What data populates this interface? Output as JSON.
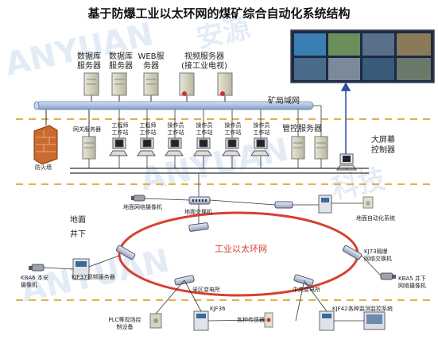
{
  "title": "基于防爆工业以太环网的煤矿综合自动化系统结构",
  "watermark": "ANYUAN 安源科技",
  "top_servers": [
    {
      "label_1": "数据库",
      "label_2": "服务器"
    },
    {
      "label_1": "数据库",
      "label_2": "服务器"
    },
    {
      "label_1": "WEB服",
      "label_2": "务器"
    },
    {
      "label_1": "视频服务器",
      "label_2": "(接工业电视)"
    }
  ],
  "lan_label": "矿局域网",
  "firewall_label": "防火墙",
  "gateway_label": "网关服务器",
  "workstations": [
    {
      "label_1": "工程师",
      "label_2": "工作站"
    },
    {
      "label_1": "工程师",
      "label_2": "工作站"
    },
    {
      "label_1": "操作员",
      "label_2": "工作站"
    },
    {
      "label_1": "操作员",
      "label_2": "工作站"
    },
    {
      "label_1": "操作员",
      "label_2": "工作站"
    },
    {
      "label_1": "操作员",
      "label_2": "工作站"
    }
  ],
  "control_server_label": "管控服务器",
  "big_screen_label_1": "大屏幕",
  "big_screen_label_2": "控制器",
  "surface_camera_label": "地面网络摄像机",
  "surface_switch_label": "地面交换机",
  "surface_automation_label": "地面自动化系统",
  "ground_label": "地面",
  "underground_label": "井下",
  "ring_label": "工业以太环网",
  "kba6_label_1": "KBA6 本安",
  "kba6_label_2": "摄像机",
  "kjf37_label": "KJF37视频服务器",
  "kj73_label_1": "KJ73隔爆",
  "kj73_label_2": "网络交换机",
  "kba5_label_1": "KBA5 井下",
  "kba5_label_2": "网络摄像机",
  "substation_label": "采区变电所",
  "central_substation_label": "中央变电所",
  "kjf36_label": "KJF36",
  "sensors_label": "各种传感器",
  "plc_label_1": "PLC等现场控",
  "plc_label_2": "制设备",
  "kjf42_label": "KJF42",
  "monitoring_label": "各种监测监控系统",
  "colors": {
    "backbone": "#9fb8d8",
    "bus": "#333333",
    "ring": "#d8402f",
    "dash": "#e0b24a",
    "title": "#111111"
  }
}
